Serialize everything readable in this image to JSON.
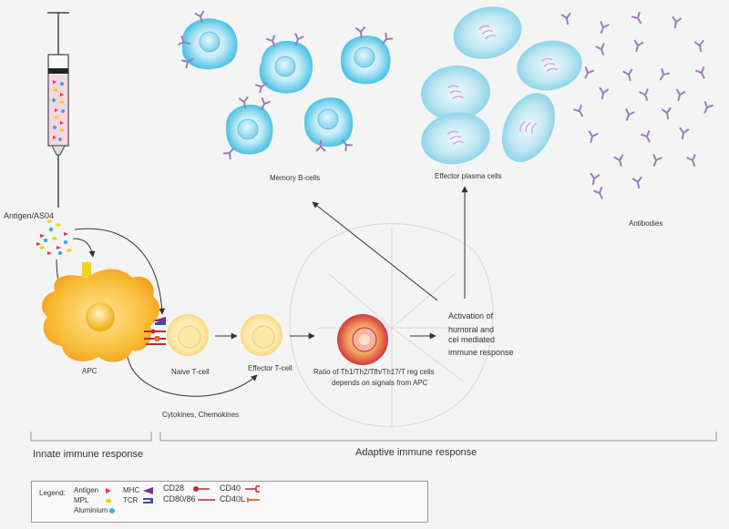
{
  "labels": {
    "antigen_as04": "Antigen/AS04",
    "apc": "APC",
    "naive_tcell": "Naive  T-cell",
    "effector_tcell": "Effector T-cell",
    "cytokines": "Cytokines, Chemokines",
    "ratio_line1": "Ratio of Th1/Th2/Tfh/Th17/T reg cells",
    "ratio_line2": "depends on signals from APC",
    "activation_1": "Activation of",
    "activation_2": "humoral and",
    "activation_3": "cel mediated",
    "activation_4": "immune response",
    "memory_bcells": "Memory B-cells",
    "effector_plasma": "Effector  plasma  cells",
    "antibodies": "Antibodies",
    "innate": "Innate  immune  response",
    "adaptive": "Adaptive immune response"
  },
  "legend": {
    "title": "Legend:",
    "antigen": "Antigen",
    "mpl": "MPL",
    "aluminium": "Aluminium",
    "mhc": "MHC",
    "tcr": "TCR",
    "cd28": "CD28",
    "cd80_86": "CD80/86",
    "cd40": "CD40",
    "cd40l": "CD40L"
  },
  "colors": {
    "antigen": "#e0334f",
    "mpl": "#f2d21c",
    "aluminium": "#3aaee0",
    "apc": "#f7b52c",
    "mhc": "#7a2f8f",
    "tcr": "#3f4f9f",
    "cd28": "#c0283d",
    "cd40": "#e07030",
    "bcell": "#6fd0ea",
    "plasma": "#9fdcea",
    "antibody": "#9a7fb8"
  }
}
